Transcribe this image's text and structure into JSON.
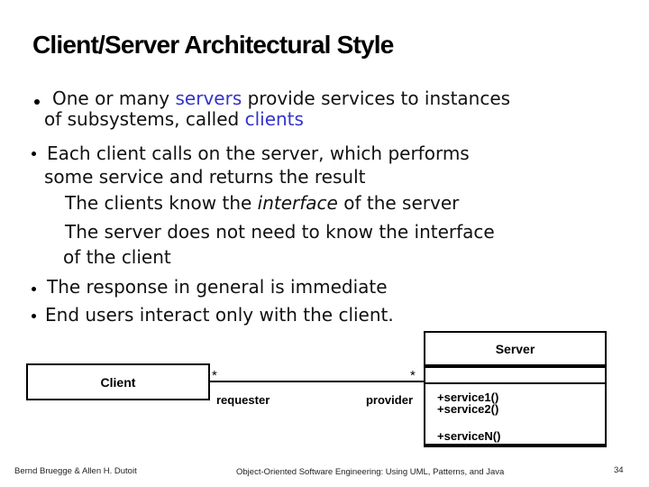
{
  "title": "Client/Server Architectural Style",
  "accent_color": "#3333cc",
  "bullets": {
    "b1l1": {
      "pre": "One or many ",
      "em": "servers",
      "post": " provide services to instances"
    },
    "b1l2": {
      "pre": "of subsystems, called ",
      "em": "clients"
    },
    "b2l1": "Each client calls on the server, which performs",
    "b2l2": "some service and returns the result",
    "sub1": {
      "pre": "The clients know the ",
      "em": "interface",
      "post": " of the server"
    },
    "sub2": "The server does not need to know the interface",
    "sub3": "of the client",
    "b3": "The response in general is immediate",
    "b4": "End users interact only with the client."
  },
  "diagram": {
    "client_label": "Client",
    "server_label": "Server",
    "requester_label": "requester",
    "provider_label": "provider",
    "multiplicity_left": "*",
    "multiplicity_right": "*",
    "services": [
      "+service1()",
      "+service2()",
      "+serviceN()"
    ]
  },
  "footer": {
    "authors": "Bernd Bruegge & Allen H. Dutoit",
    "book": "Object-Oriented Software Engineering: Using UML, Patterns, and Java",
    "page": "34"
  }
}
